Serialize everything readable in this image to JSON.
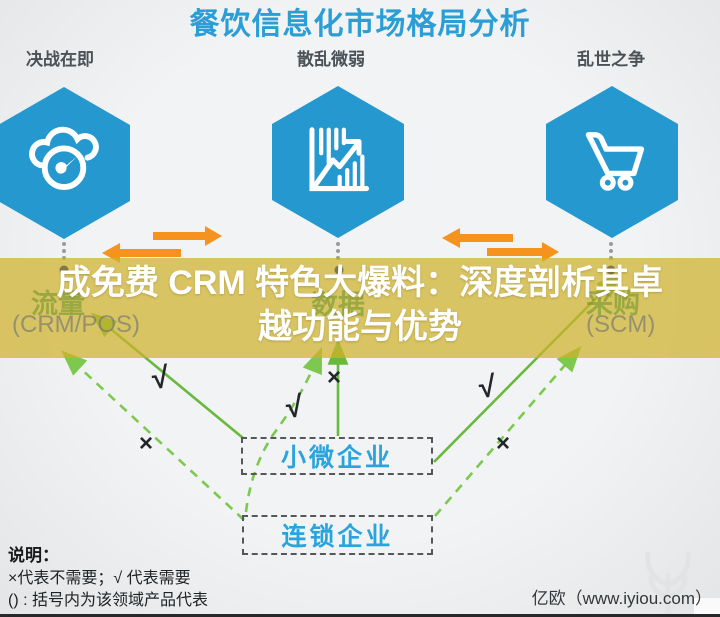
{
  "title": "餐饮信息化市场格局分析",
  "columns": [
    {
      "header": "决战在即",
      "domain_label": "流量",
      "product": "(CRM/POS)",
      "icon": "cloud-gauge-icon"
    },
    {
      "header": "散乱微弱",
      "domain_label": "数据",
      "product": "",
      "icon": "growth-chart-icon"
    },
    {
      "header": "乱世之争",
      "domain_label": "采购",
      "product": "(SCM)",
      "icon": "shopping-cart-icon"
    }
  ],
  "overlay_banner": {
    "line1": "成免费 CRM 特色大爆料：深度剖析其卓",
    "line2": "越功能与优势"
  },
  "enterprise_boxes": [
    {
      "label": "小微企业"
    },
    {
      "label": "连锁企业"
    }
  ],
  "relations": [
    {
      "from": "小微企业",
      "to": "流量 (CRM/POS)",
      "symbol": "√",
      "line": "solid"
    },
    {
      "from": "小微企业",
      "to": "数据",
      "symbol": "×",
      "line": "solid"
    },
    {
      "from": "小微企业",
      "to": "采购 (SCM)",
      "symbol": "√",
      "line": "solid"
    },
    {
      "from": "连锁企业",
      "to": "流量 (CRM/POS)",
      "symbol": "×",
      "line": "dashed"
    },
    {
      "from": "连锁企业",
      "to": "数据",
      "symbol": "√",
      "line": "dashed"
    },
    {
      "from": "连锁企业",
      "to": "采购 (SCM)",
      "symbol": "×",
      "line": "dashed"
    }
  ],
  "legend": {
    "heading": "说明：",
    "line1": "×代表不需要；√ 代表需要",
    "line2": "() : 括号内为该领域产品代表"
  },
  "footer": {
    "credit": "亿欧（www.iyiou.com）"
  },
  "colors": {
    "title_blue": "#2b9ed5",
    "hexagon_blue": "#2598cf",
    "arrow_orange": "#f6921e",
    "banner_yellow": "#d0b12b",
    "line_green": "#6ebd3f",
    "box_text_blue": "#2aa4dd"
  }
}
